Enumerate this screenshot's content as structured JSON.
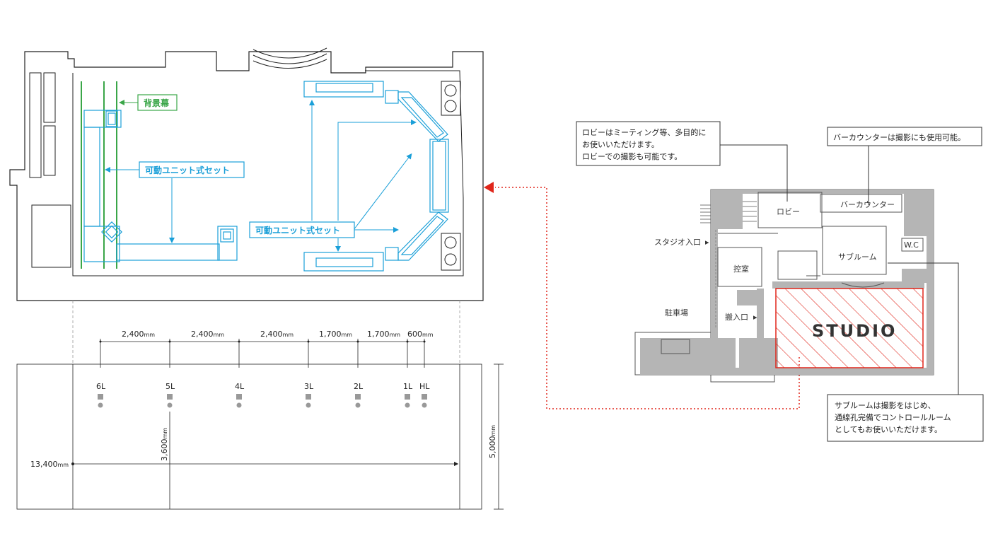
{
  "labels": {
    "backdrop": "背景幕",
    "movable_set_1": "可動ユニット式セット",
    "movable_set_2": "可動ユニット式セット"
  },
  "dimensions": {
    "spans": [
      {
        "value": "2,400",
        "unit": "mm"
      },
      {
        "value": "2,400",
        "unit": "mm"
      },
      {
        "value": "2,400",
        "unit": "mm"
      },
      {
        "value": "1,700",
        "unit": "mm"
      },
      {
        "value": "1,700",
        "unit": "mm"
      },
      {
        "value": "600",
        "unit": "mm"
      }
    ],
    "width_value": "13,400",
    "width_unit": "mm",
    "depth_value": "3,600",
    "depth_unit": "mm",
    "height_value": "5,000",
    "height_unit": "mm"
  },
  "lights": [
    "6L",
    "5L",
    "4L",
    "3L",
    "2L",
    "1L",
    "HL"
  ],
  "notes": {
    "lobby_line1": "ロビーはミーティング等、多目的に",
    "lobby_line2": "お使いいただけます。",
    "lobby_line3": "ロビーでの撮影も可能です。",
    "bar": "バーカウンターは撮影にも使用可能。",
    "sub_line1": "サブルームは撮影をはじめ、",
    "sub_line2": "通線孔完備でコントロールルーム",
    "sub_line3": "としてもお使いいただけます。"
  },
  "floorplan": {
    "lobby": "ロビー",
    "bar_counter": "バーカウンター",
    "studio_entrance": "スタジオ入口",
    "sub_room": "サブルーム",
    "wc": "W.C",
    "waiting_room": "控室",
    "loading_entrance": "搬入口",
    "parking": "駐車場",
    "studio": "STUDIO"
  },
  "colors": {
    "cyan": "#1a9fd8",
    "green": "#3aa648",
    "red": "#e0261b",
    "gray": "#b5b5b5"
  }
}
